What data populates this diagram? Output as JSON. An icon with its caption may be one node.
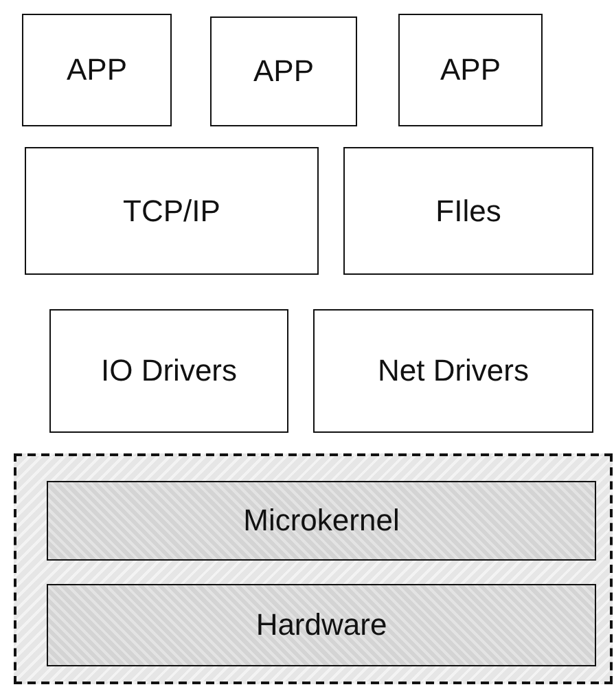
{
  "diagram": {
    "nodes": [
      {
        "text": [
          "APP"
        ]
      },
      {
        "text": [
          "APP"
        ]
      },
      {
        "text": [
          "APP"
        ]
      },
      {
        "text": [
          "TCP/IP"
        ]
      },
      {
        "text": [
          "FIles"
        ]
      },
      {
        "text": [
          "IO Drivers"
        ]
      },
      {
        "text": [
          "Net Drivers"
        ]
      },
      {
        "text": [],
        "shape": "box"
      },
      {
        "text": [
          "Microkernel"
        ],
        "in": 7
      },
      {
        "text": [
          "Hardware"
        ],
        "in": 7
      }
    ]
  }
}
